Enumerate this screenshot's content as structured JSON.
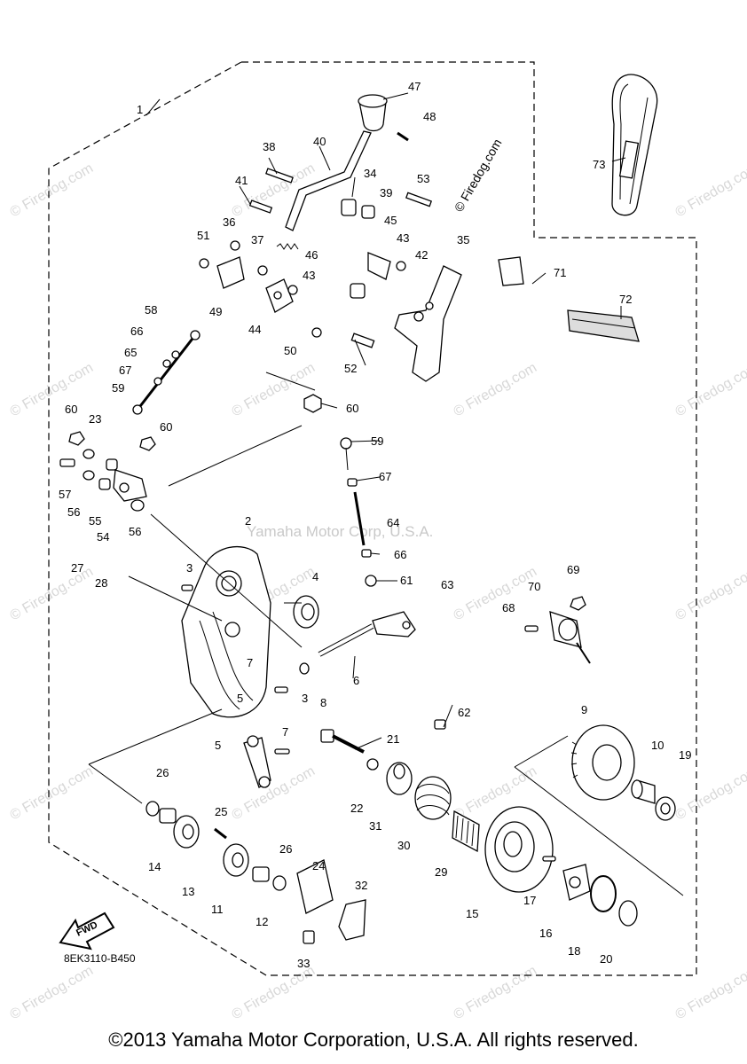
{
  "diagram": {
    "code": "8EK3110-B450",
    "watermark_center": "Yamaha Motor Corp, U.S.A.",
    "watermark_site": "© Firedog.com",
    "fwd_label": "FWD",
    "labels": [
      "1",
      "2",
      "3",
      "4",
      "5",
      "6",
      "7",
      "8",
      "9",
      "10",
      "11",
      "12",
      "13",
      "14",
      "15",
      "16",
      "17",
      "18",
      "19",
      "20",
      "21",
      "22",
      "23",
      "24",
      "25",
      "26",
      "27",
      "28",
      "29",
      "30",
      "31",
      "32",
      "33",
      "34",
      "35",
      "36",
      "37",
      "38",
      "39",
      "40",
      "41",
      "42",
      "43",
      "44",
      "45",
      "46",
      "47",
      "48",
      "49",
      "50",
      "51",
      "52",
      "53",
      "54",
      "55",
      "56",
      "57",
      "58",
      "59",
      "60",
      "61",
      "62",
      "63",
      "64",
      "65",
      "66",
      "67",
      "68",
      "69",
      "70",
      "71",
      "72",
      "73"
    ]
  },
  "footer": {
    "copyright": "©2013 Yamaha Motor Corporation, U.S.A. All rights reserved."
  }
}
